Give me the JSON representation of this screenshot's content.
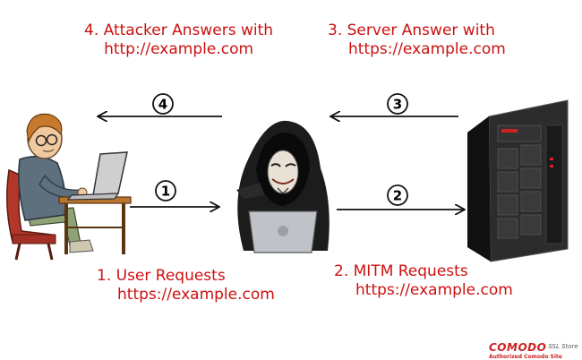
{
  "labels": {
    "step4": {
      "line1": "4. Attacker Answers with",
      "line2": "http://example.com"
    },
    "step3": {
      "line1": "3. Server Answer with",
      "line2": "https://example.com"
    },
    "step1": {
      "line1": "1. User Requests",
      "line2": "https://example.com"
    },
    "step2": {
      "line1": "2. MITM Requests",
      "line2": "https://example.com"
    }
  },
  "steps": [
    "1",
    "2",
    "3",
    "4"
  ],
  "brand": {
    "name": "COMODO",
    "suffix": "SSL Store",
    "subtitle": "Authorized Comodo Site"
  },
  "colors": {
    "label_text": "#cc1111",
    "arrow": "#111111",
    "brand": "#cc2222"
  },
  "icons": [
    "user-at-laptop-icon",
    "hacker-icon",
    "server-tower-icon"
  ]
}
